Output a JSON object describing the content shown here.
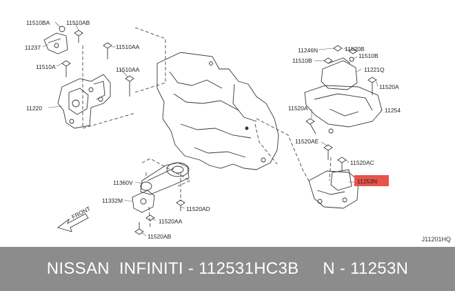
{
  "callouts": {
    "c11510BA": "11510BA",
    "c11510AB": "11510AB",
    "c11237": "11237",
    "c11510AA_a": "11510AA",
    "c11510A_left": "11510A",
    "c11510AA_b": "11510AA",
    "c11220": "11220",
    "c11246N": "11246N",
    "c11520B": "11520B",
    "c11510B_l": "11510B",
    "c11510B_r": "11510B",
    "c11221Q": "11221Q",
    "c11520A_r": "11520A",
    "c11520A_l": "11520A",
    "c11254": "11254",
    "c11520AE": "11520AE",
    "c11520AC": "11520AC",
    "c11253N": "11253N",
    "c11360V": "11360V",
    "c11332M": "11332M",
    "c11520AD": "11520AD",
    "c11520AA": "11520AA",
    "c11520AB": "11520AB",
    "front": "FRONT"
  },
  "diagram_code": "J11201HQ",
  "highlight_color": "#e8534a",
  "banner": {
    "text": "NISSAN  INFINITI - 112531HC3B     N - 11253N",
    "bg_color": "#8c8c8c"
  }
}
